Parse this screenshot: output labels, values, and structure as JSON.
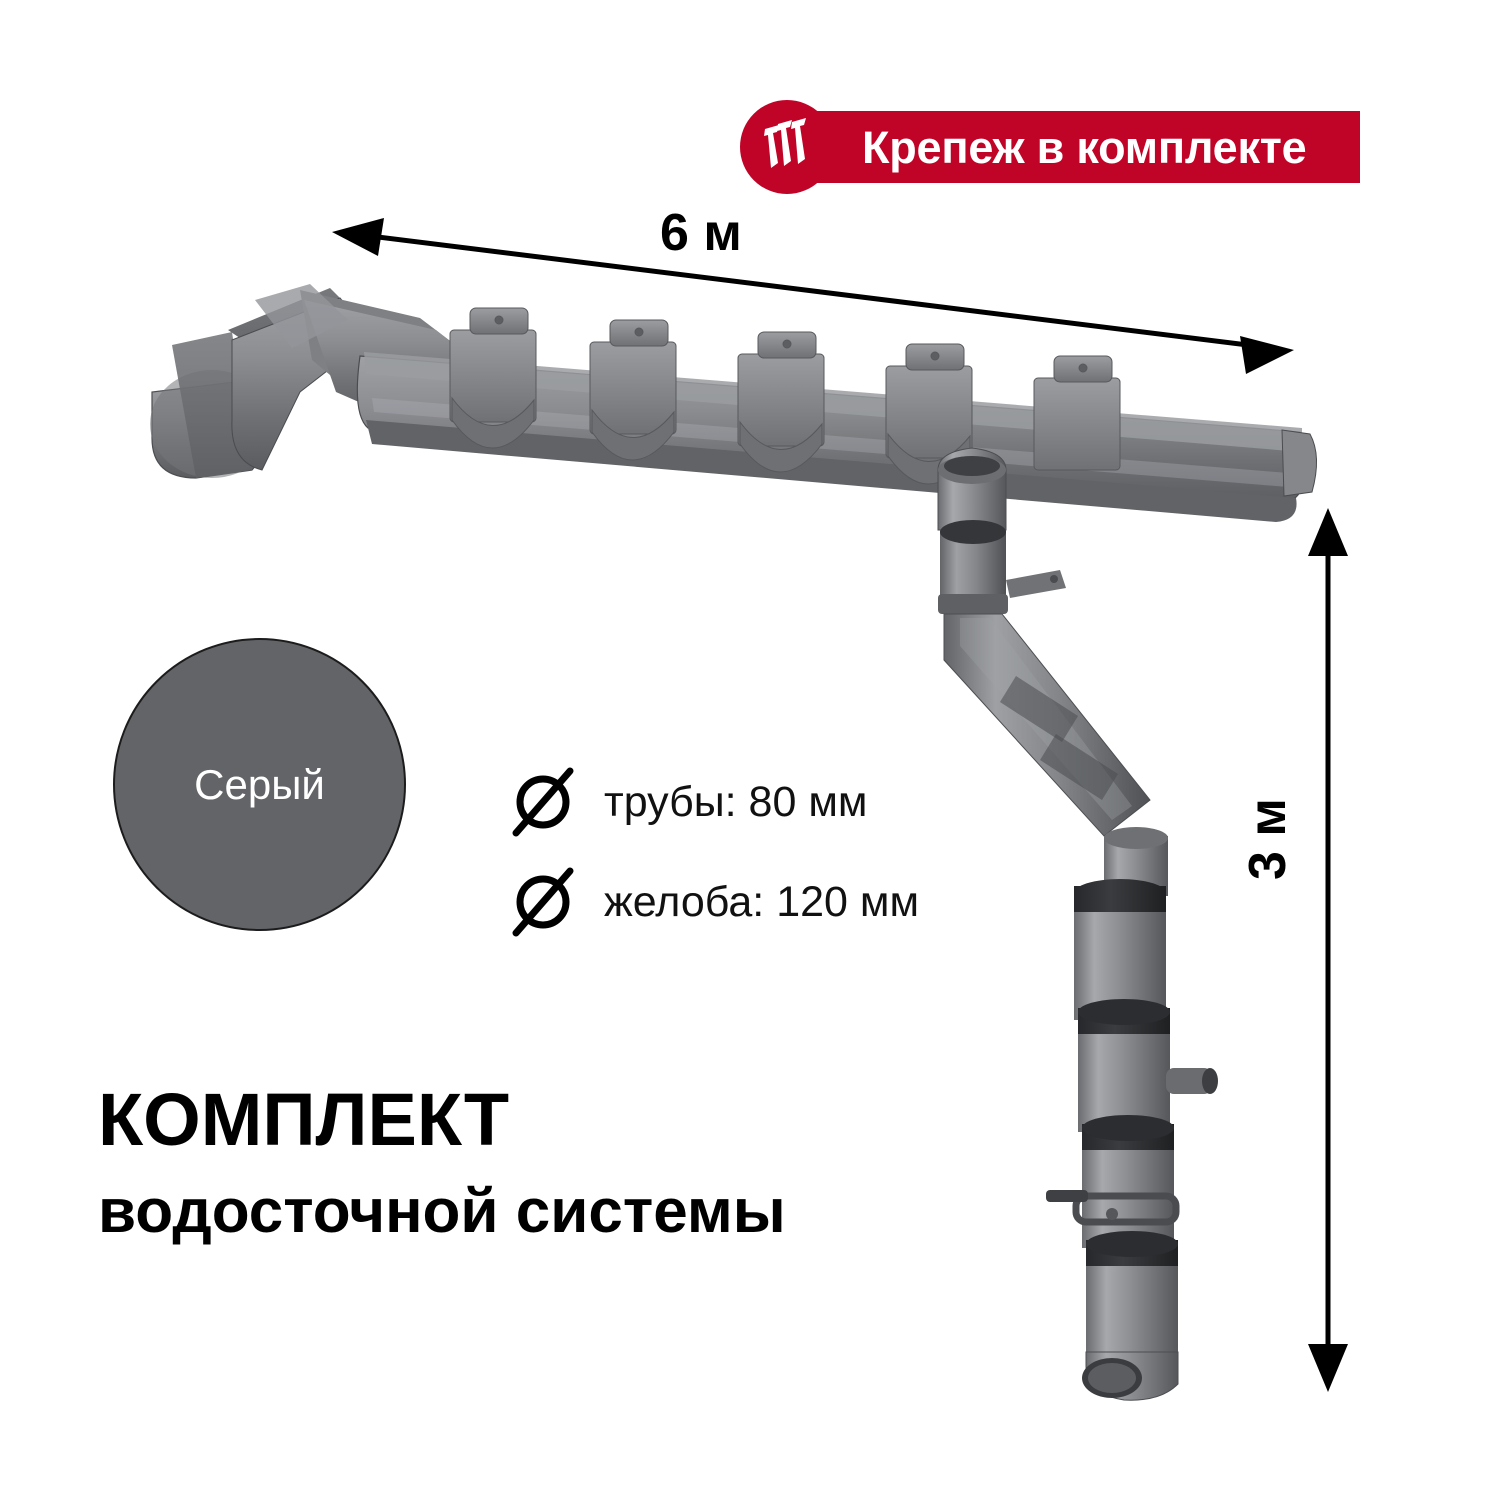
{
  "badge": {
    "icon": "screws-icon",
    "text": "Крепеж в комплекте",
    "bg_color": "#C00428",
    "text_color": "#FFFFFF"
  },
  "dimensions": {
    "length": {
      "label": "6 м",
      "orientation": "horizontal-diagonal",
      "arrow": "double-headed"
    },
    "height": {
      "label": "3 м",
      "orientation": "vertical",
      "arrow": "double-headed"
    }
  },
  "color_swatch": {
    "label": "Серый",
    "fill": "#636468",
    "border": "#1C1C1C",
    "text_color": "#FFFFFF"
  },
  "specs": [
    {
      "icon": "diameter-icon",
      "text": "трубы: 80 мм"
    },
    {
      "icon": "diameter-icon",
      "text": "желоба: 120 мм"
    }
  ],
  "headline": {
    "line1": "КОМПЛЕКТ",
    "line2": "водосточной системы"
  },
  "product": {
    "name": "gutter-drainage-system-render",
    "body_color": "#8A8C90",
    "shadow_color": "#55575B",
    "seal_color": "#2E3033"
  }
}
